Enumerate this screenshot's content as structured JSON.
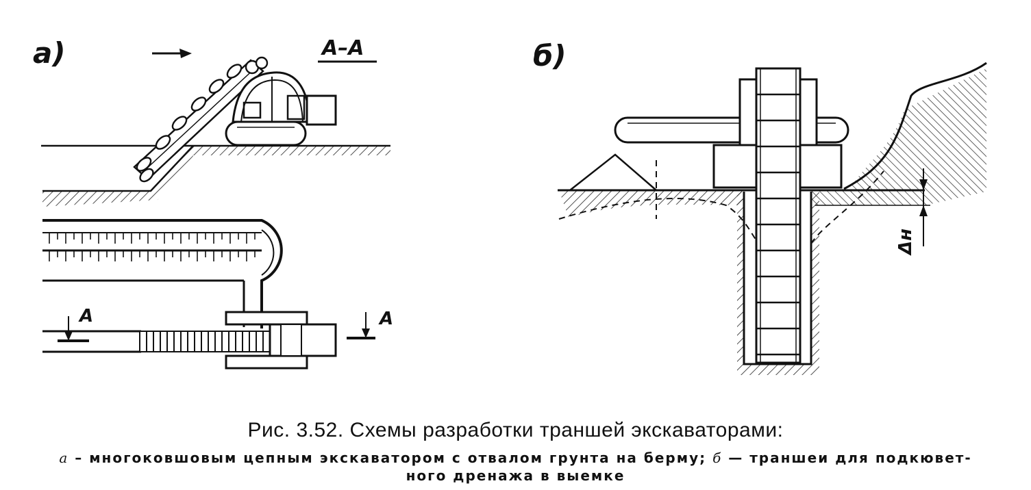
{
  "figure": {
    "panel_a": {
      "label": "а)",
      "section_label": "А–А",
      "cut_left": "А",
      "cut_right": "А"
    },
    "panel_b": {
      "label": "б)",
      "dim_label": "Δн"
    }
  },
  "caption": {
    "title": "Рис. 3.52. Схемы разработки траншей экскаваторами:",
    "line1_a_letter": "а",
    "line1_a_text": " – многоковшовым цепным экскаватором с отвалом грунта на берму; ",
    "line1_b_letter": "б",
    "line1_b_text": " — траншеи для подкювет-",
    "line2": "ного дренажа в выемке"
  }
}
